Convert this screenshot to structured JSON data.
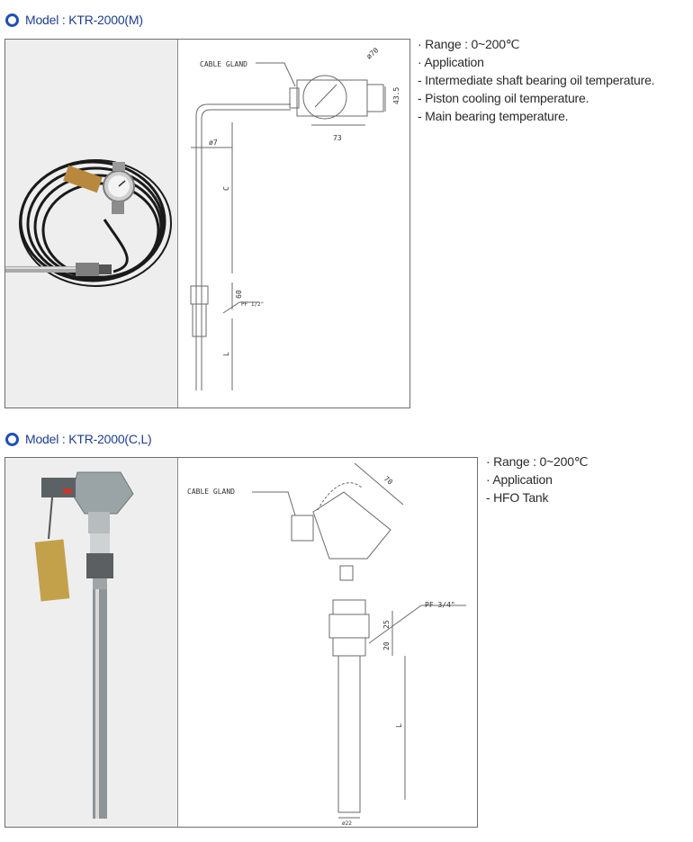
{
  "section1": {
    "heading": "Model : KTR-2000(M)",
    "drawing": {
      "cable_gland": "CABLE GLAND",
      "dim_head_dia": "ø70",
      "dim_width": "73",
      "dim_height": "43.5",
      "dim_stem_dia": "ø7",
      "dim_c": "C",
      "dim_60": "60",
      "dim_thread": "PF 1/2\"",
      "dim_l": "L"
    },
    "specs": [
      "· Range : 0~200℃",
      "· Application",
      "- Intermediate shaft bearing oil temperature.",
      "- Piston cooling oil temperature.",
      "- Main bearing temperature."
    ]
  },
  "section2": {
    "heading": "Model : KTR-2000(C,L)",
    "drawing": {
      "cable_gland": "CABLE GLAND",
      "dim_head": "70",
      "dim_thread": "PF 3/4\"",
      "dim_25": "25",
      "dim_20": "20",
      "dim_l": "L",
      "dim_dia": "ø22"
    },
    "specs": [
      "· Range : 0~200℃",
      "· Application",
      "- HFO Tank"
    ]
  },
  "colors": {
    "heading_text": "#1d3d8f",
    "heading_ring": "#1f4fb5",
    "frame": "#6d6d6d",
    "photo_bg": "#efeeee"
  }
}
